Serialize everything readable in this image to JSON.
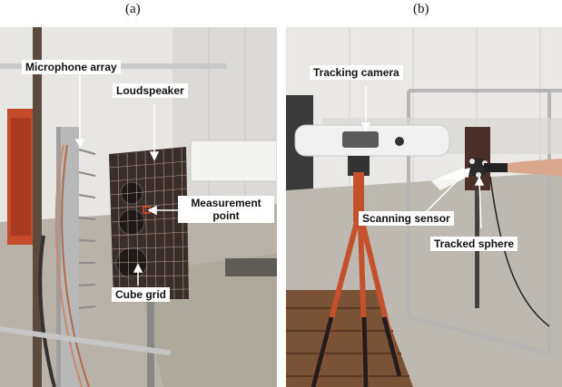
{
  "captions": {
    "a": "(a)",
    "b": "(b)"
  },
  "panel_a": {
    "labels": {
      "microphone_array": "Microphone array",
      "loudspeaker": "Loudspeaker",
      "measurement_point_1": "Measurement",
      "measurement_point_2": "point",
      "cube_grid": "Cube grid"
    }
  },
  "panel_b": {
    "labels": {
      "tracking_camera": "Tracking camera",
      "scanning_sensor": "Scanning sensor",
      "tracked_sphere": "Tracked sphere"
    }
  },
  "colors": {
    "wall": "#e8e6e2",
    "floor": "#b9b2a8",
    "speaker": "#3a2e2a",
    "frame": "#b8b8b8",
    "tripod_orange": "#c4502c",
    "camera_body": "#f1f1f1"
  }
}
